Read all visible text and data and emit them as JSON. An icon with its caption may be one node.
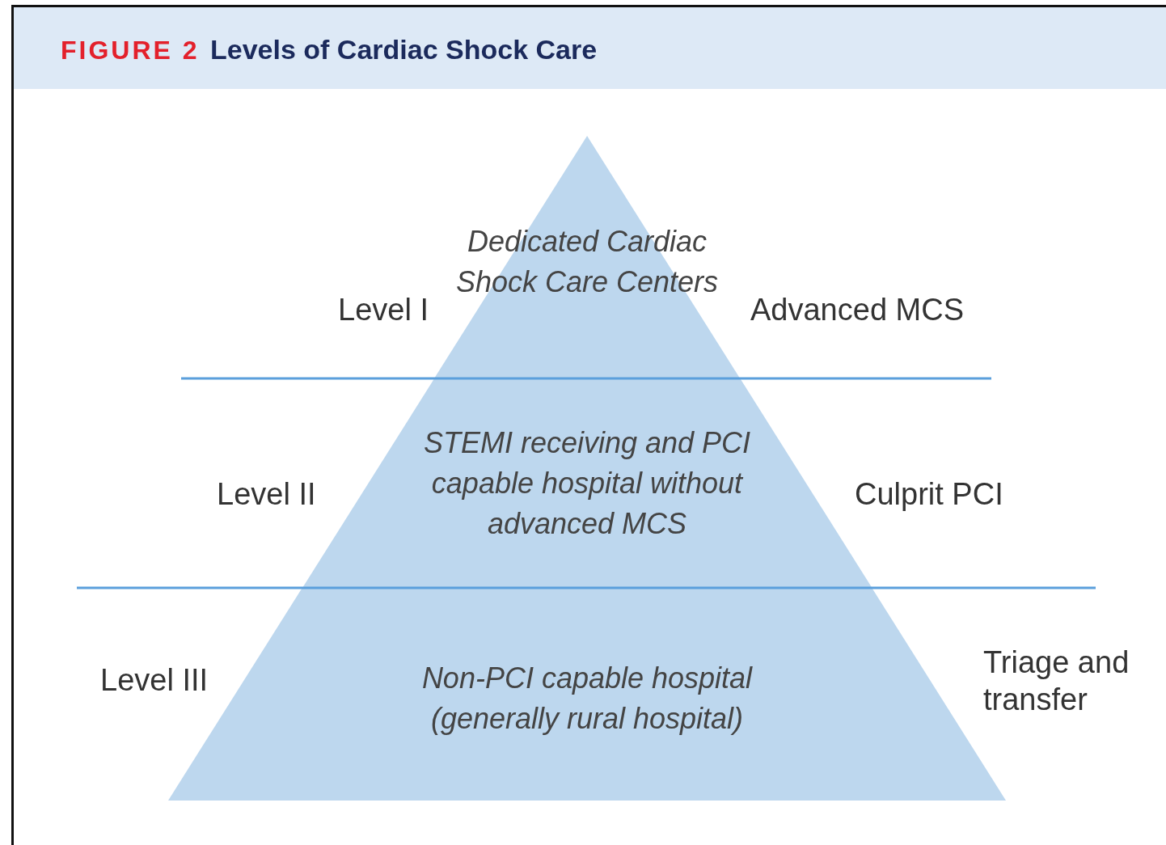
{
  "diagram": {
    "title": "Levels of Cardiac Shock Care",
    "nodes": [
      {
        "text": [
          "Dedicated Cardiac Shock Care Centers"
        ]
      },
      {
        "text": [
          "STEMI receiving and PCI capable hospital without advanced MCS"
        ]
      },
      {
        "text": [
          "Non-PCI capable hospital (generally rural hospital)"
        ]
      }
    ],
    "labels": [
      "FIGURE 2",
      "Level I",
      "Advanced MCS",
      "Level II",
      "Culprit PCI",
      "Level III",
      "Triage and transfer"
    ]
  }
}
